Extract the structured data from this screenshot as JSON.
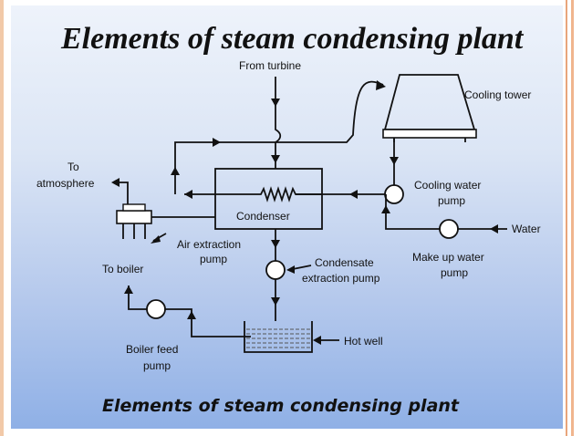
{
  "title": "Elements of steam condensing plant",
  "caption": "Elements of steam condensing plant",
  "labels": {
    "from_turbine": "From turbine",
    "cooling_tower": "Cooling tower",
    "to_atmosphere_1": "To",
    "to_atmosphere_2": "atmosphere",
    "cooling_water_pump_1": "Cooling water",
    "cooling_water_pump_2": "pump",
    "water": "Water",
    "condenser": "Condenser",
    "air_extraction_pump_1": "Air extraction",
    "air_extraction_pump_2": "pump",
    "to_boiler": "To boiler",
    "condensate_extraction_pump_1": "Condensate",
    "condensate_extraction_pump_2": "extraction pump",
    "make_up_water_pump_1": "Make up water",
    "make_up_water_pump_2": "pump",
    "hot_well": "Hot well",
    "boiler_feed_pump_1": "Boiler feed",
    "boiler_feed_pump_2": "pump"
  }
}
